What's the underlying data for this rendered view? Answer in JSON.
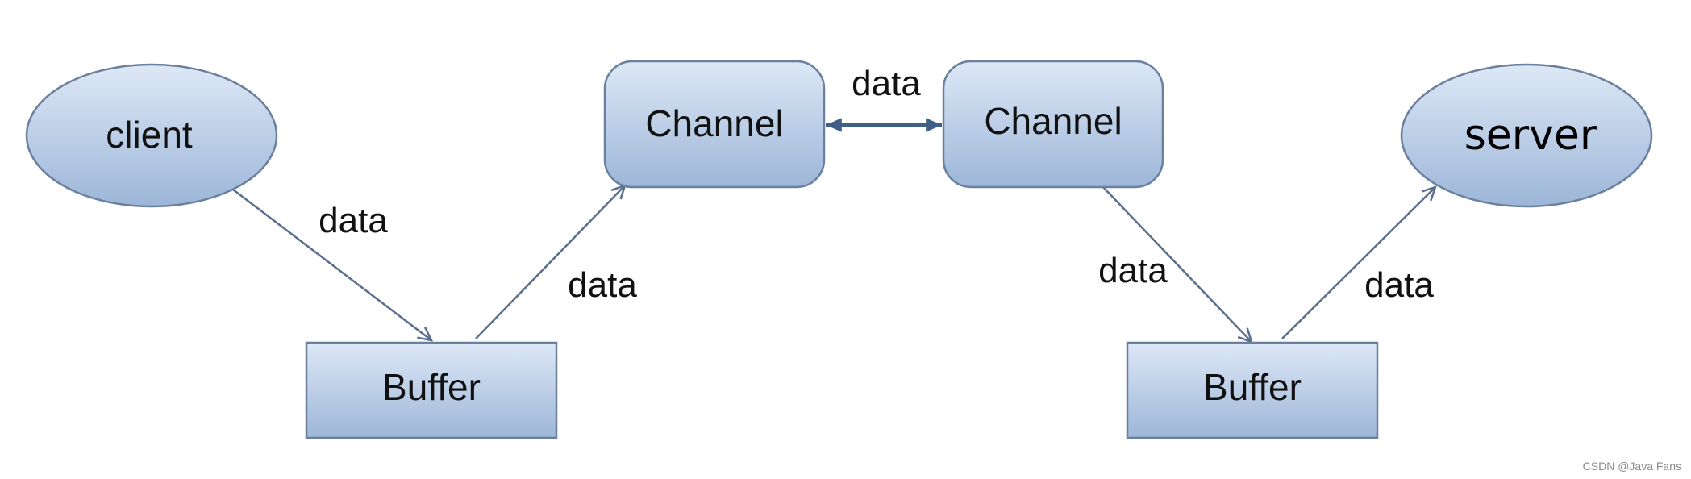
{
  "diagram": {
    "nodes": {
      "client": "client",
      "buffer_left": "Buffer",
      "channel_left": "Channel",
      "channel_right": "Channel",
      "buffer_right": "Buffer",
      "server": "server"
    },
    "edges": {
      "client_to_buffer": "data",
      "buffer_to_channel": "data",
      "channel_to_channel": "data",
      "channel_to_buffer": "data",
      "buffer_to_server": "data"
    },
    "colors": {
      "node_fill_top": "#dde8f6",
      "node_fill_bottom": "#9db6d8",
      "node_stroke": "#6b7f9e",
      "edge": "#5a6f8e"
    }
  },
  "watermark": "CSDN @Java Fans"
}
